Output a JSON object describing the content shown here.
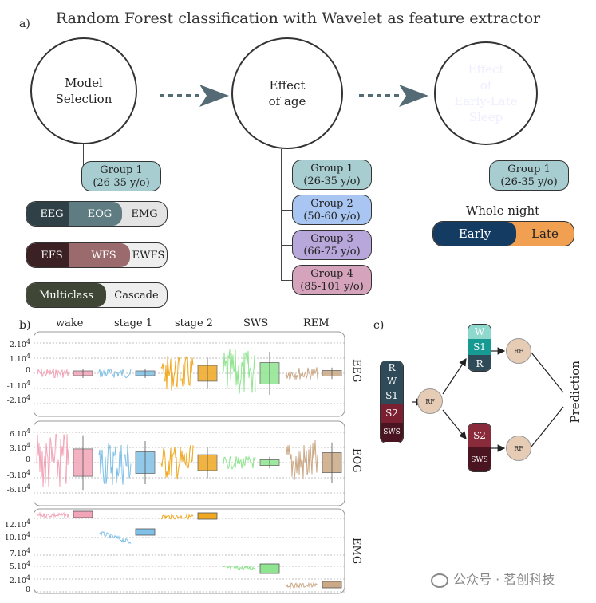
{
  "title": "Random Forest classification with Wavelet as feature extractor",
  "panel_a": {
    "label": "a)",
    "circles": [
      {
        "text": "Model\nSelection",
        "color": "#c6c4b6"
      },
      {
        "text": "Effect\nof age",
        "color": "#5f8f98"
      },
      {
        "text": "Effect\nof\nEarly-Late\nSleep",
        "color": "#4f5f6f"
      }
    ],
    "group1_model": {
      "line1": "Group 1",
      "line2": "(26-35 y/o)"
    },
    "age_groups": [
      {
        "line1": "Group 1",
        "line2": "(26-35 y/o)",
        "color": "#a7cdd1"
      },
      {
        "line1": "Group 2",
        "line2": "(50-60 y/o)",
        "color": "#a9c6f2"
      },
      {
        "line1": "Group 3",
        "line2": "(66-75 y/o)",
        "color": "#b7a7da"
      },
      {
        "line1": "Group 4",
        "line2": "(85-101 y/o)",
        "color": "#d6a3bc"
      }
    ],
    "group1_sleep": {
      "line1": "Group 1",
      "line2": "(26-35 y/o)"
    },
    "signals_pill": [
      "EEG",
      "EOG",
      "EMG"
    ],
    "features_pill": [
      "EFS",
      "WFS",
      "EWFS"
    ],
    "mode_pill": [
      "Multiclass",
      "Cascade"
    ],
    "whole_night": "Whole night",
    "night_pill": [
      "Early",
      "Late"
    ]
  },
  "panel_b": {
    "label": "b)",
    "stages": [
      "wake",
      "stage  1",
      "stage  2",
      "SWS",
      "REM"
    ],
    "stage_colors": [
      "#f2a4b8",
      "#7fc0e6",
      "#f0a820",
      "#8fe58f",
      "#cba886"
    ],
    "signals": [
      {
        "name": "EEG",
        "ticks": [
          "2.10",
          "1.10",
          "0",
          "-1.10",
          "-2.10"
        ],
        "exps": [
          "4",
          "4",
          "",
          "4",
          "4"
        ]
      },
      {
        "name": "EOG",
        "ticks": [
          "6.10",
          "3.10",
          "0",
          "-3.10",
          "-6.10"
        ],
        "exps": [
          "4",
          "4",
          "",
          "4",
          "4"
        ]
      },
      {
        "name": "EMG",
        "ticks": [
          "12.10",
          "10.10",
          "7.10",
          "5.10",
          "2.10",
          "0"
        ],
        "exps": [
          "4",
          "4",
          "4",
          "4",
          "4",
          ""
        ]
      }
    ]
  },
  "panel_c": {
    "label": "c)",
    "input_stages": [
      "R",
      "W",
      "S1",
      "S2",
      "SWS"
    ],
    "upper_stages": [
      "W",
      "S1",
      "R"
    ],
    "lower_stages": [
      "S2",
      "SWS"
    ],
    "rf_label": "RF",
    "output": "Prediction"
  },
  "watermark": "公众号 · 茗创科技"
}
